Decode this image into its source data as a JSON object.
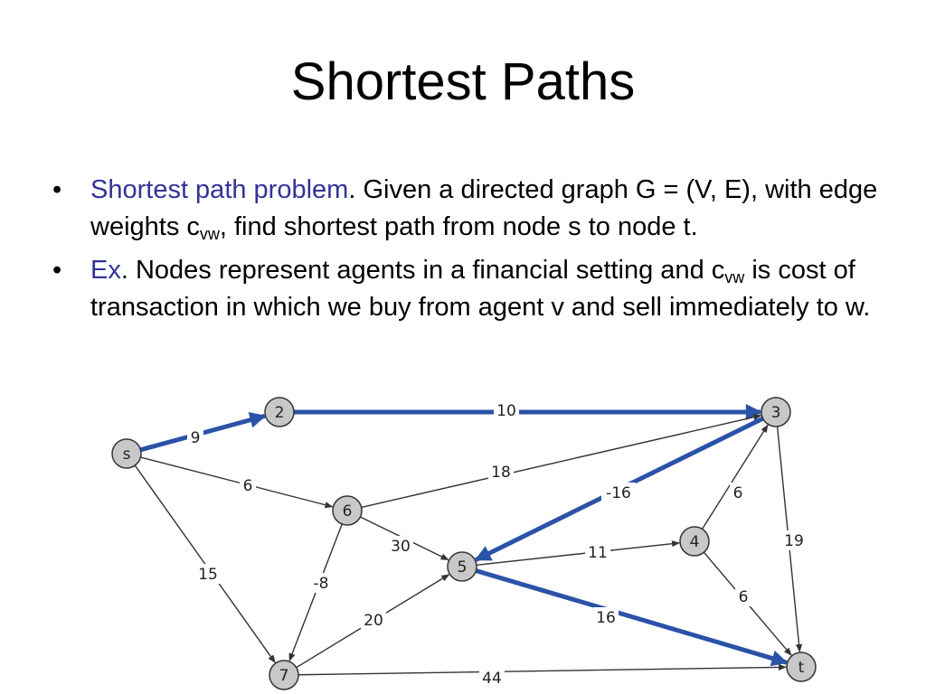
{
  "slide": {
    "title": "Shortest Paths",
    "bullet1": {
      "term": "Shortest path problem",
      "text_a": ". Given a directed graph G = (V, E), with edge weights c",
      "sub": "vw",
      "text_b": ", find shortest path from node s to node t."
    },
    "bullet2": {
      "term": "Ex",
      "text_a": ". Nodes represent agents in a financial setting and c",
      "sub": "vw",
      "text_b": " is cost of transaction in which we buy from agent v and sell immediately to w."
    },
    "bullet_symbol": "•",
    "accent_color": "#333399"
  },
  "graph": {
    "nodes": [
      {
        "id": "s",
        "label": "s"
      },
      {
        "id": "2",
        "label": "2"
      },
      {
        "id": "3",
        "label": "3"
      },
      {
        "id": "4",
        "label": "4"
      },
      {
        "id": "5",
        "label": "5"
      },
      {
        "id": "6",
        "label": "6"
      },
      {
        "id": "7",
        "label": "7"
      },
      {
        "id": "t",
        "label": "t"
      }
    ],
    "edges": [
      {
        "from": "s",
        "to": "2",
        "weight": "9",
        "highlight": true
      },
      {
        "from": "2",
        "to": "3",
        "weight": "10",
        "highlight": true
      },
      {
        "from": "s",
        "to": "6",
        "weight": "6",
        "highlight": false
      },
      {
        "from": "s",
        "to": "7",
        "weight": "15",
        "highlight": false
      },
      {
        "from": "6",
        "to": "3",
        "weight": "18",
        "highlight": false
      },
      {
        "from": "6",
        "to": "5",
        "weight": "30",
        "highlight": false
      },
      {
        "from": "6",
        "to": "7",
        "weight": "-8",
        "highlight": false
      },
      {
        "from": "3",
        "to": "5",
        "weight": "-16",
        "highlight": true
      },
      {
        "from": "3",
        "to": "t",
        "weight": "19",
        "highlight": false
      },
      {
        "from": "4",
        "to": "3",
        "weight": "6",
        "highlight": false
      },
      {
        "from": "5",
        "to": "4",
        "weight": "11",
        "highlight": false
      },
      {
        "from": "4",
        "to": "t",
        "weight": "6",
        "highlight": false
      },
      {
        "from": "5",
        "to": "t",
        "weight": "16",
        "highlight": true
      },
      {
        "from": "7",
        "to": "5",
        "weight": "20",
        "highlight": false
      },
      {
        "from": "7",
        "to": "t",
        "weight": "44",
        "highlight": false
      }
    ],
    "colors": {
      "highlight": "#2A52A8",
      "edge": "#333333",
      "node_fill": "#C8C8C8",
      "node_stroke": "#333333"
    }
  }
}
